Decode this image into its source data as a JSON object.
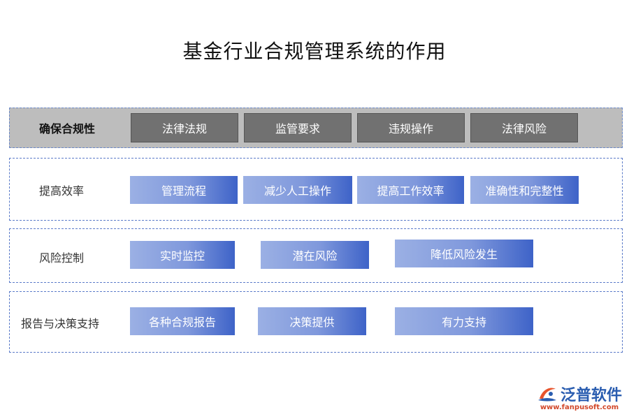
{
  "title": "基金行业合规管理系统的作用",
  "rows": [
    {
      "label": "确保合规性",
      "items": [
        "法律法规",
        "监管要求",
        "违规操作",
        "法律风险"
      ]
    },
    {
      "label": "提高效率",
      "items": [
        "管理流程",
        "减少人工操作",
        "提高工作效率",
        "准确性和完整性"
      ]
    },
    {
      "label": "风险控制",
      "items": [
        "实时监控",
        "潜在风险",
        "降低风险发生"
      ]
    },
    {
      "label": "报告与决策支持",
      "items": [
        "各种合规报告",
        "决策提供",
        "有力支持"
      ]
    }
  ],
  "brand": {
    "name": "泛普软件",
    "url": "www.fanpusoft.com",
    "icon": "fanpu-logo-icon"
  },
  "colors": {
    "gray_box": "#717171",
    "row1_bg": "#bdbdbd",
    "blue_dark": "#3e63c8",
    "blue_light": "#9bb0e4",
    "border": "#5b7bc9"
  }
}
